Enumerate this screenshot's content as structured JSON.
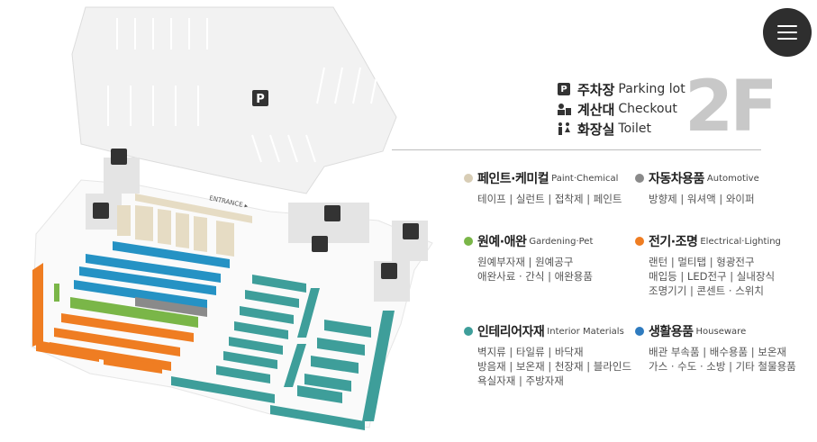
{
  "floor": "2F",
  "legend": {
    "parking": {
      "kr": "주차장",
      "en": "Parking lot",
      "icon": "P"
    },
    "checkout": {
      "kr": "계산대",
      "en": "Checkout"
    },
    "toilet": {
      "kr": "화장실",
      "en": "Toilet"
    }
  },
  "map": {
    "entrance": "ENTRANCE ▸",
    "parking_icon": "P"
  },
  "categories": [
    {
      "kr": "페인트·케미컬",
      "en": "Paint·Chemical",
      "color": "#d8cdb5",
      "items": "테이프 | 실런트 | 접착제 | 페인트"
    },
    {
      "kr": "자동차용품",
      "en": "Automotive",
      "color": "#8a8a8a",
      "items": "방향제 | 워셔액 | 와이퍼"
    },
    {
      "kr": "원예·애완",
      "en": "Gardening·Pet",
      "color": "#7ab648",
      "items": "원예부자재 | 원예공구\n애완사료 · 간식 | 애완용품"
    },
    {
      "kr": "전기·조명",
      "en": "Electrical·Lighting",
      "color": "#ef7d22",
      "items": "랜턴 | 멀티탭 | 형광전구\n매입등 | LED전구 | 실내장식\n조명기기 | 콘센트 · 스위치"
    },
    {
      "kr": "인테리어자재",
      "en": "Interior Materials",
      "color": "#3e9e9a",
      "items": "벽지류 | 타일류 | 바닥재\n방음재 | 보온재 | 천장재 | 블라인드\n욕실자재 | 주방자재"
    },
    {
      "kr": "생활용품",
      "en": "Houseware",
      "color": "#2f7bbf",
      "items": "배관 부속품 | 배수용품 | 보온재\n가스 · 수도 · 소방 | 기타 철물용품"
    }
  ]
}
